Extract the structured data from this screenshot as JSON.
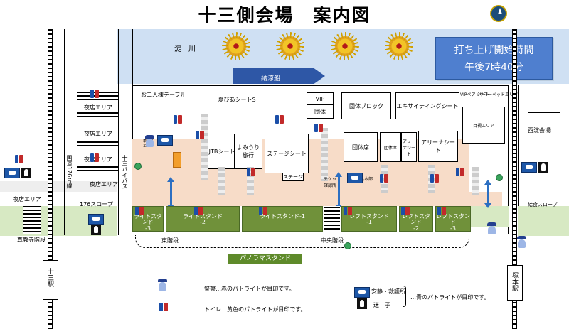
{
  "title": "十三側会場　案内図",
  "river": "淀　川",
  "boat": "納涼船",
  "start_time": {
    "line1": "打ち上げ開始時間",
    "line2": "午後7時40分"
  },
  "areas": {
    "couple_table": "お二人様テーブル",
    "summer_sheet": "夏びあシートS",
    "vip": "VIP",
    "group": "団体",
    "group_block": "団体ブロック",
    "exciting_sheet": "エキサイティングシート",
    "vip_experience": "VIPペア\nシート",
    "summer_area": "サマーベッドエリア",
    "jtb_sheet": "JTBシート",
    "yomiuri": "よみうり\n旅行",
    "stage_sheet": "ステージシート",
    "stage": "ステージ",
    "group_seat": "団体席",
    "group_seat2": "団体席",
    "arena_sheet": "アリーナシート",
    "arena_sheet_small": "アリー\nナシート",
    "nishiyodo": "西淀会場",
    "wheelchair": "車椅子\nエリア",
    "ticket_booth": "チケット\n確認所",
    "hq": "大会本部",
    "kanteki": "目視エリア"
  },
  "left": {
    "yomise1": "夜店エリア",
    "yomise2": "夜店エリア",
    "yomise3": "夜店エリア",
    "yomise4": "夜店エリア",
    "yomise5": "夜店エリア",
    "route176": "国道176号線",
    "bypass": "十三バイパス",
    "slope176": "176スロープ",
    "shinkoji": "真教寺階段",
    "juso_station": "十三駅"
  },
  "stands": {
    "light3": "ライトスタンド\n-3",
    "light2": "ライトスタンド\n-2",
    "light1": "ライトスタンド-1",
    "left1": "レフトスタンド\n-1",
    "left2": "レフトスタンド\n-2",
    "left3": "レフトスタンド\n-3",
    "panorama": "パノラマスタンド"
  },
  "stairs": {
    "east": "東階段",
    "center": "中央階段",
    "sloping": "給食スロープ"
  },
  "right": {
    "tsukamoto": "塚本駅"
  },
  "legend": {
    "police": "警察…赤のパトライトが目印です。",
    "toilet": "トイレ…黄色のパトライトが目印です。",
    "safety": "安静・救護所",
    "lost_child": "迷　子",
    "blue_light": "…青のパトライトが目印です。"
  },
  "colors": {
    "river": "#cfe0f3",
    "boat": "#2e57a6",
    "time_box": "#4f7fcf",
    "stand": "#70913a",
    "sand": "#f7dcc8",
    "grass": "#d7e9c3",
    "panorama": "#5e8a2a"
  }
}
